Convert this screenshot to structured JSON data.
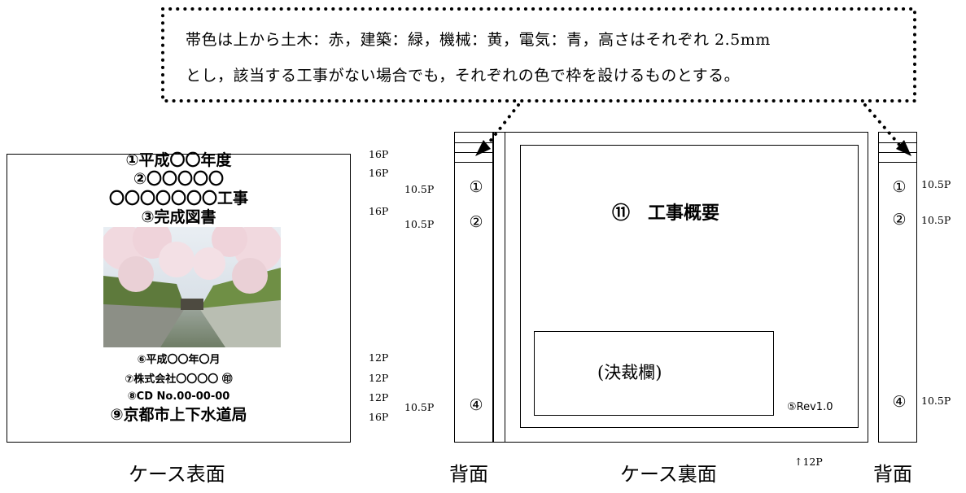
{
  "note": {
    "line1": "帯色は上から土木：赤，建築：緑，機械：黄，電気：青，高さはそれぞれ 2.5mm",
    "line2": "とし，該当する工事がない場合でも，それぞれの色で枠を設けるものとする。"
  },
  "front": {
    "line1": "①平成〇〇年度",
    "line2": "②〇〇〇〇〇",
    "line3": "〇〇〇〇〇〇〇工事",
    "line4": "③完成図書",
    "line6": "⑥平成〇〇年〇月",
    "line7": "⑦株式会社〇〇〇〇 ㊞",
    "line8": "⑧CD No.00-00-00",
    "line9": "⑨京都市上下水道局",
    "sizes": {
      "line1": "16P",
      "line2": "16P",
      "line4": "16P",
      "line6": "12P",
      "line7": "12P",
      "line8": "12P",
      "line9": "16P"
    },
    "caption": "ケース表面"
  },
  "back": {
    "spine_left": {
      "n1": "①",
      "n2": "②",
      "n4": "④"
    },
    "spine_right": {
      "n1": "①",
      "n2": "②",
      "n4": "④"
    },
    "sizes_left": {
      "n1": "10.5P",
      "n2": "10.5P",
      "n4": "10.5P"
    },
    "sizes_right": {
      "n1": "10.5P",
      "n2": "10.5P",
      "n4": "10.5P"
    },
    "overview": "⑪　工事概要",
    "approval": "(決裁欄)",
    "rev": "⑤Rev1.0",
    "rev_size": "↑12P",
    "caption_spine_left": "背面",
    "caption_back": "ケース裏面",
    "caption_spine_right": "背面"
  }
}
